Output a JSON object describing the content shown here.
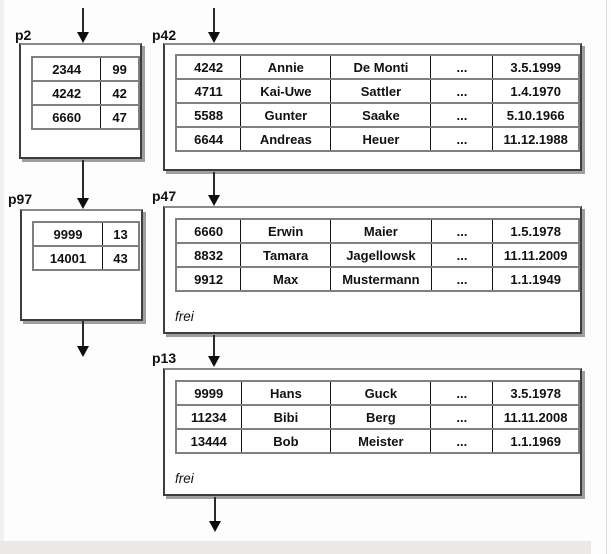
{
  "diagram": {
    "description_labels": {
      "free_space_label": "frei"
    },
    "colors": {
      "background": "#fdfdfd",
      "box_border": "#3d3d3d",
      "box_shadow": "#9e9e9e",
      "table_border": "#7f7f7f",
      "cell_divider": "#111111",
      "arrow": "#2b2b2b",
      "footer_bar": "#eae9e6",
      "text": "#111111"
    },
    "icons": {
      "arrow_down": "▼"
    },
    "pages": [
      {
        "label": "p2",
        "kind": "index-page",
        "rows": [
          [
            "2344",
            "99"
          ],
          [
            "4242",
            "42"
          ],
          [
            "6660",
            "47"
          ]
        ]
      },
      {
        "label": "p42",
        "kind": "data-page",
        "rows": [
          [
            "4242",
            "Annie",
            "De Monti",
            "...",
            "3.5.1999"
          ],
          [
            "4711",
            "Kai-Uwe",
            "Sattler",
            "...",
            "1.4.1970"
          ],
          [
            "5588",
            "Gunter",
            "Saake",
            "...",
            "5.10.1966"
          ],
          [
            "6644",
            "Andreas",
            "Heuer",
            "...",
            "11.12.1988"
          ]
        ]
      },
      {
        "label": "p97",
        "kind": "index-page",
        "rows": [
          [
            "9999",
            "13"
          ],
          [
            "14001",
            "43"
          ]
        ]
      },
      {
        "label": "p47",
        "kind": "data-page",
        "rows": [
          [
            "6660",
            "Erwin",
            "Maier",
            "...",
            "1.5.1978"
          ],
          [
            "8832",
            "Tamara",
            "Jagellowsk",
            "...",
            "11.11.2009"
          ],
          [
            "9912",
            "Max",
            "Mustermann",
            "...",
            "1.1.1949"
          ]
        ],
        "free_label": "frei"
      },
      {
        "label": "p13",
        "kind": "data-page",
        "rows": [
          [
            "9999",
            "Hans",
            "Guck",
            "...",
            "3.5.1978"
          ],
          [
            "11234",
            "Bibi",
            "Berg",
            "...",
            "11.11.2008"
          ],
          [
            "13444",
            "Bob",
            "Meister",
            "...",
            "1.1.1969"
          ]
        ],
        "free_label": "frei"
      }
    ]
  }
}
